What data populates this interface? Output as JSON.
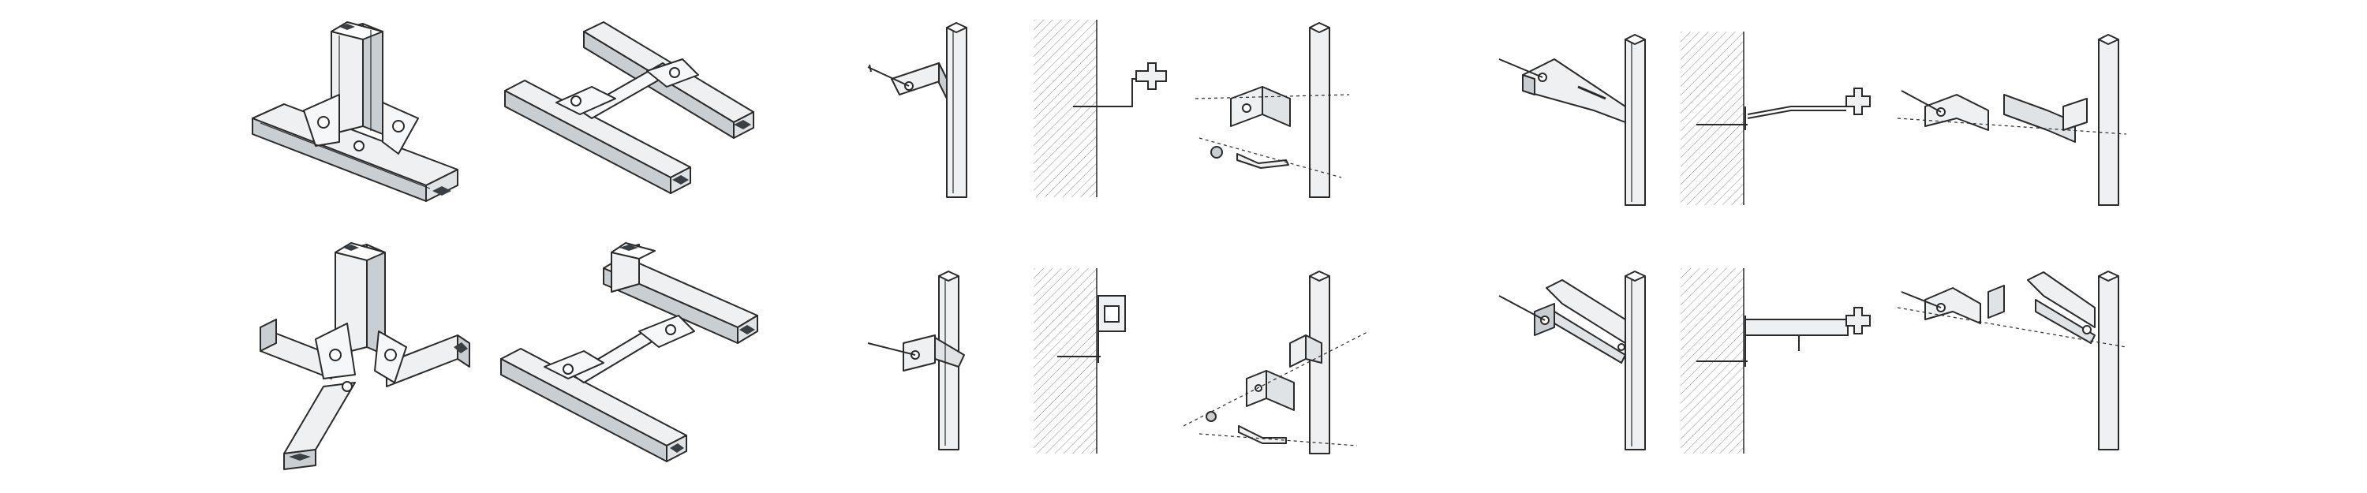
{
  "sheet": {
    "background": "#ffffff",
    "line_color": "#2a2a2a",
    "metal_fill": "#eef0f1",
    "metal_shade": "#c9ced2",
    "wall_hatch": "#8a8a8a"
  },
  "groups": [
    {
      "id": "frame-connectors",
      "items": [
        {
          "id": "t-connector",
          "icon": "t-joint-connector-icon"
        },
        {
          "id": "h-connector",
          "icon": "h-frame-connector-icon"
        },
        {
          "id": "three-way-connector",
          "icon": "three-way-joint-connector-icon"
        },
        {
          "id": "double-t-connector",
          "icon": "double-t-frame-connector-icon"
        }
      ]
    },
    {
      "id": "angle-bracket-mounts",
      "items": [
        {
          "id": "angle-bracket-post",
          "icon": "angle-bracket-on-post-icon"
        },
        {
          "id": "angle-bracket-wall-section",
          "icon": "wall-section-angle-bracket-icon"
        },
        {
          "id": "angle-bracket-exploded",
          "icon": "exploded-angle-bracket-icon"
        },
        {
          "id": "u-clip-post",
          "icon": "u-clip-on-post-icon"
        },
        {
          "id": "u-clip-wall-section",
          "icon": "wall-section-u-clip-icon"
        },
        {
          "id": "u-clip-exploded",
          "icon": "exploded-u-clip-icon"
        }
      ]
    },
    {
      "id": "standoff-bracket-mounts",
      "items": [
        {
          "id": "slotted-standoff-post",
          "icon": "slotted-standoff-on-post-icon"
        },
        {
          "id": "slotted-standoff-wall-section",
          "icon": "wall-section-slotted-standoff-icon"
        },
        {
          "id": "slotted-standoff-exploded",
          "icon": "exploded-slotted-standoff-icon"
        },
        {
          "id": "channel-arm-post",
          "icon": "channel-arm-on-post-icon"
        },
        {
          "id": "channel-arm-wall-section",
          "icon": "wall-section-channel-arm-icon"
        },
        {
          "id": "channel-arm-exploded",
          "icon": "exploded-channel-arm-icon"
        }
      ]
    }
  ]
}
